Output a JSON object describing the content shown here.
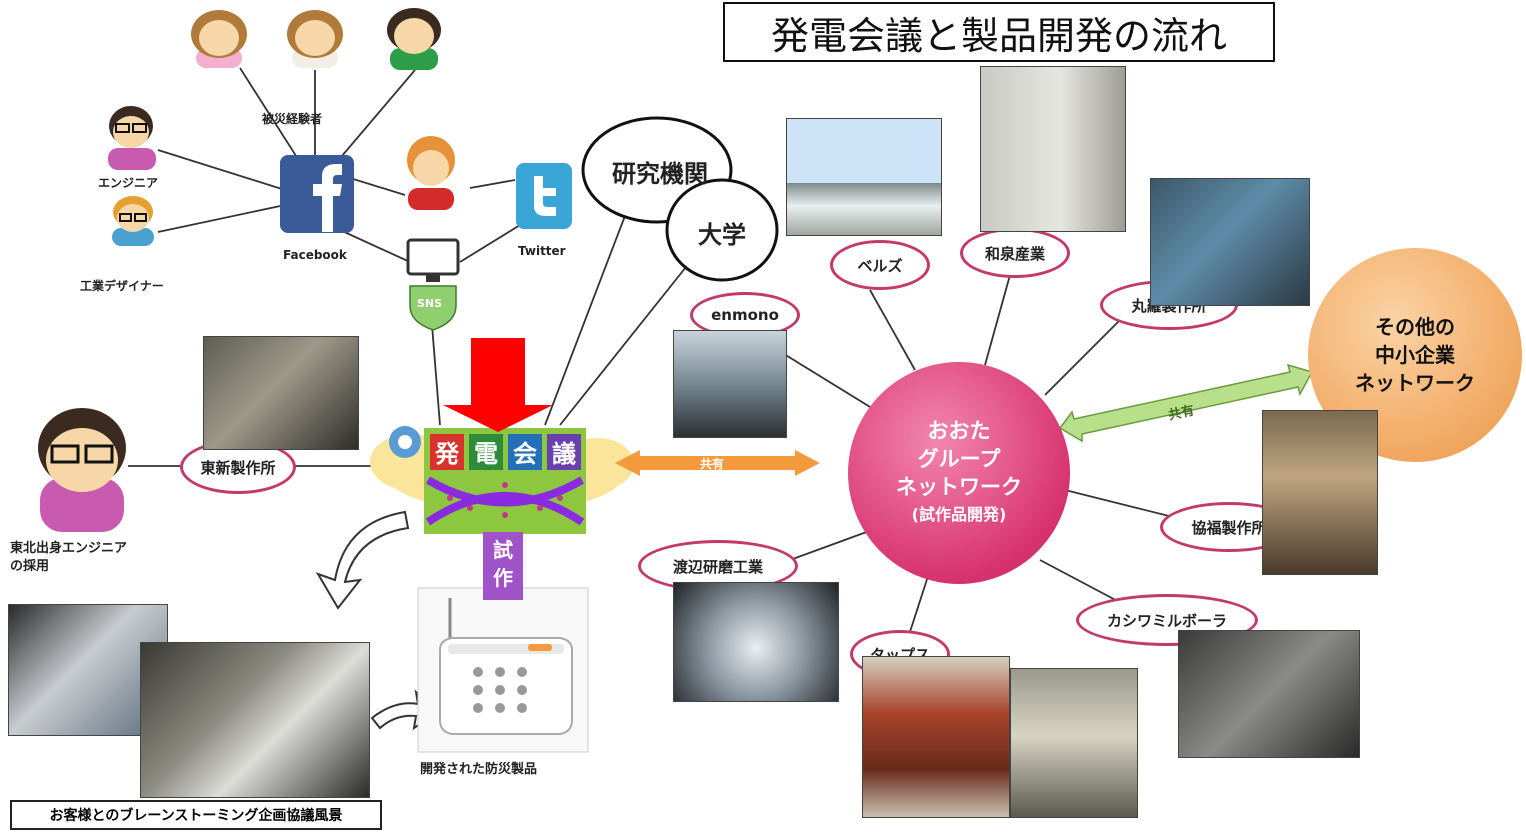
{
  "title": "発電会議と製品開発の流れ",
  "hub": {
    "line1": "おおた",
    "line2": "グループ",
    "line3": "ネットワーク",
    "line4": "(試作品開発)"
  },
  "other_network": {
    "line1": "その他の",
    "line2": "中小企業",
    "line3": "ネットワーク"
  },
  "hatsuden": {
    "chars": [
      "発",
      "電",
      "会",
      "議"
    ]
  },
  "shisaku": {
    "line1": "試",
    "line2": "作"
  },
  "share_left": "共有",
  "share_right": "共有",
  "sns": {
    "facebook": "Facebook",
    "twitter": "Twitter",
    "sns": "SNS",
    "victims": "被災経験者",
    "engineer": "エンジニア",
    "designer": "工業デザイナー"
  },
  "research": {
    "institute": "研究機関",
    "university": "大学"
  },
  "companies": {
    "enmono": "enmono",
    "bells": "ベルズ",
    "izumi": "和泉産業",
    "maruwa": "丸羅製作所",
    "kyofuku": "協福製作所",
    "kashiwa": "カシワミルボーラ",
    "taps": "タップス",
    "watanabe": "渡辺研磨工業",
    "toshin": "東新製作所"
  },
  "tohoku": {
    "line1": "東北出身エンジニア",
    "line2": "の採用"
  },
  "product_caption": "開発された防災製品",
  "brainstorm_caption": "お客様とのブレーンストーミング企画協議風景",
  "colors": {
    "hub": "#d8346f",
    "oval_border": "#c23a65",
    "other": "#f0a55c",
    "arrow_red": "#ff0000",
    "shisaku": "#a052c8",
    "share_orange": "#f39a3c",
    "share_green": "#b8e08a"
  }
}
